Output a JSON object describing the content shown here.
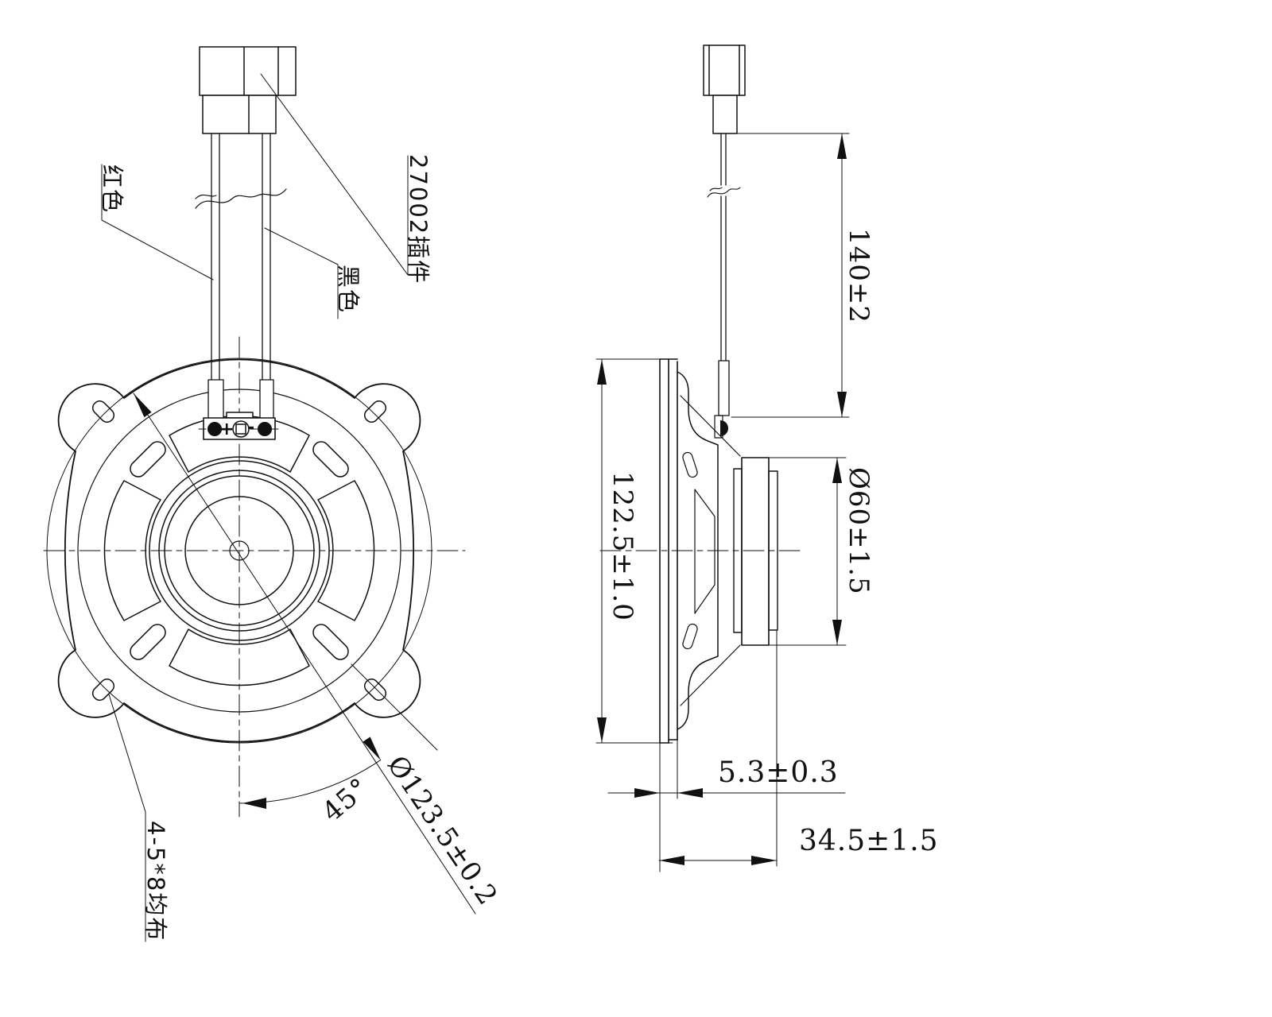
{
  "drawing": {
    "type": "speaker engineering drawing",
    "front_view": {
      "labels": {
        "wire_red": "红色",
        "wire_black": "黑色",
        "connector": "27002插件",
        "mounting_holes": "4-5*8均布",
        "terminal_plus": "+",
        "terminal_minus": "-"
      },
      "dimensions": {
        "bolt_circle_diameter": "Ø123.5±0.2",
        "hole_angle": "45°"
      }
    },
    "side_view": {
      "dimensions": {
        "wire_length": "140±2",
        "frame_size": "122.5±1.0",
        "magnet_diameter": "Ø60±1.5",
        "flange_thickness": "5.3±0.3",
        "total_depth": "34.5±1.5"
      }
    },
    "colors": {
      "line": "#111111",
      "background": "#ffffff"
    }
  }
}
